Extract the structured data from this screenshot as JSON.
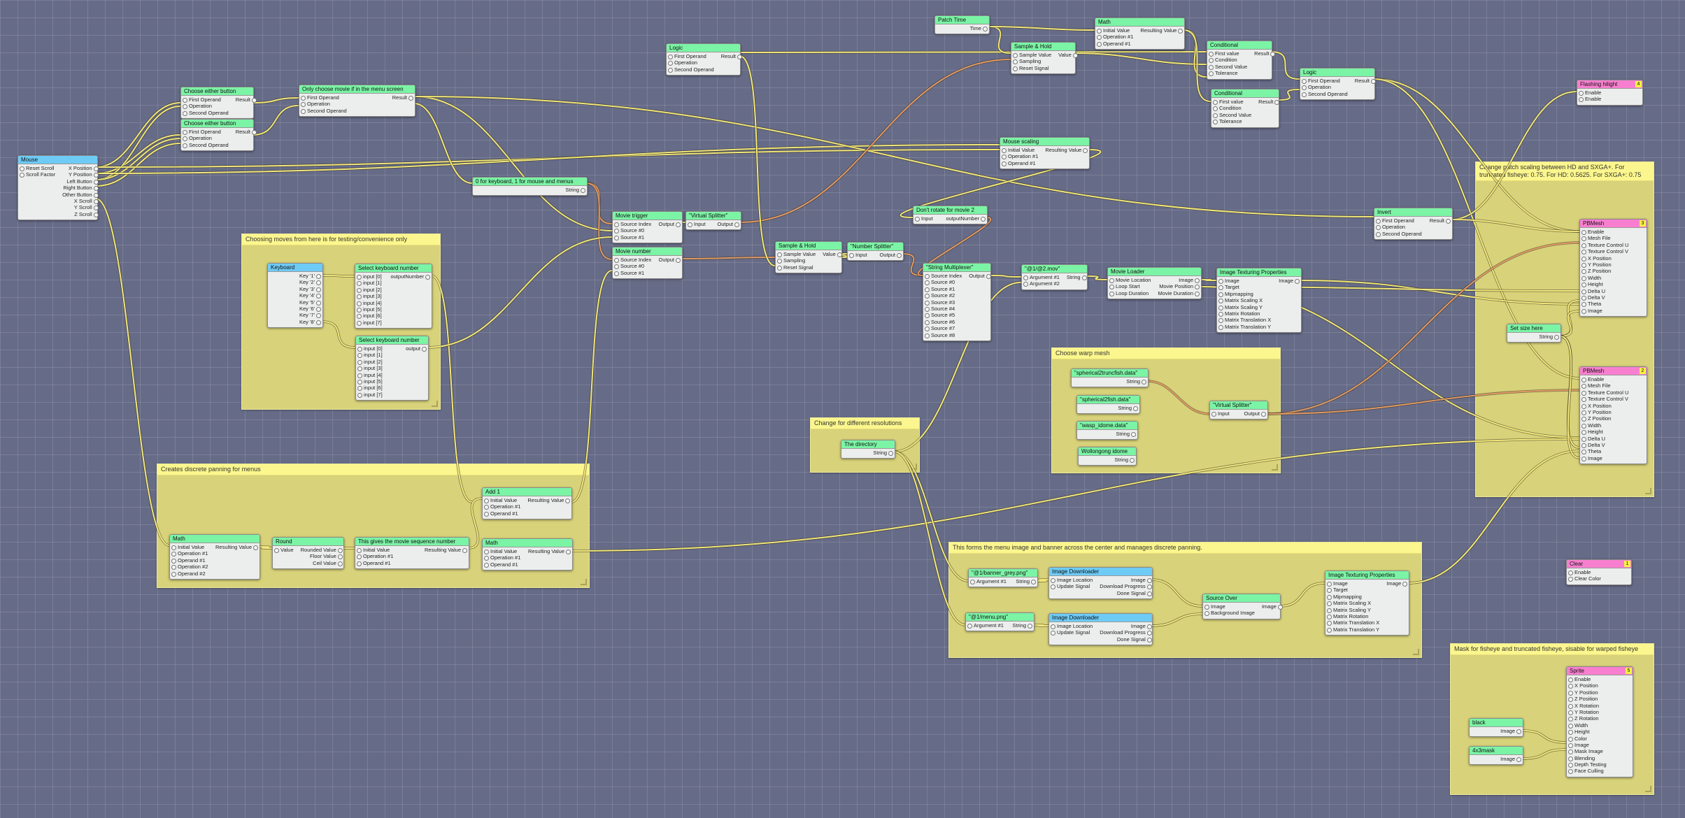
{
  "notes": {
    "n1": "Choosing moves from here is for testing/convenience only",
    "n2": "Creates discrete panning for menus",
    "n3": "Change for different resolutions",
    "n4": "Choose warp mesh",
    "n5": "This forms the menu image and banner across the center and manages discrete panning.",
    "n6": "Change patch scaling between HD and SXGA+. For truncated fisheye: 0.75. For HD: 0.5625. For SXGA+: 0.75",
    "n7": "Mask for fisheye and truncated fisheye, sisable for warped fisheye"
  },
  "nodes": {
    "mouse": {
      "title": "Mouse",
      "in": [
        "Reset Scroll",
        "Scroll Factor"
      ],
      "out": [
        "X Position",
        "Y Position",
        "Left Button",
        "Right Button",
        "Other Button",
        "X Scroll",
        "Y Scroll",
        "Z Scroll"
      ]
    },
    "either1": {
      "title": "Choose either button",
      "in": [
        "First Operand",
        "Operation",
        "Second Operand"
      ],
      "out": [
        "Result"
      ]
    },
    "either2": {
      "title": "Choose either button",
      "in": [
        "First Operand",
        "Operation",
        "Second Operand"
      ],
      "out": [
        "Result"
      ]
    },
    "onlymovie": {
      "title": "Only choose movie if in the menu screen",
      "in": [
        "First Operand",
        "Operation",
        "Second Operand"
      ],
      "out": [
        "Result"
      ]
    },
    "logic1": {
      "title": "Logic",
      "in": [
        "First Operand",
        "Operation",
        "Second Operand"
      ],
      "out": [
        "Result"
      ]
    },
    "patchtime": {
      "title": "Patch Time",
      "in": [],
      "out": [
        "Time"
      ]
    },
    "math1": {
      "title": "Math",
      "in": [
        "Initial Value",
        "Operation #1",
        "Operand #1"
      ],
      "out": [
        "Resulting Value"
      ]
    },
    "sh1": {
      "title": "Sample & Hold",
      "in": [
        "Sample Value",
        "Sampling",
        "Reset Signal"
      ],
      "out": [
        "Value"
      ]
    },
    "cond1": {
      "title": "Conditional",
      "in": [
        "First value",
        "Condition",
        "Second Value",
        "Tolerance"
      ],
      "out": [
        "Result"
      ]
    },
    "cond2": {
      "title": "Conditional",
      "in": [
        "First value",
        "Condition",
        "Second Value",
        "Tolerance"
      ],
      "out": [
        "Result"
      ]
    },
    "logic2": {
      "title": "Logic",
      "in": [
        "First Operand",
        "Operation",
        "Second Operand"
      ],
      "out": [
        "Result"
      ]
    },
    "flash": {
      "title": "Flashing hilight",
      "badge": "4",
      "in": [
        "Enable",
        "Enable"
      ],
      "out": []
    },
    "keysel": {
      "title": "0 for keyboard, 1 for mouse and menus",
      "in": [],
      "out": [
        "String"
      ]
    },
    "mousescale": {
      "title": "Mouse scaling",
      "in": [
        "Initial Value",
        "Operation #1",
        "Operand #1"
      ],
      "out": [
        "Resulting Value"
      ]
    },
    "movietrig": {
      "title": "Movie trigger",
      "in": [
        "Source Index",
        "Source #0",
        "Source #1"
      ],
      "out": [
        "Output"
      ]
    },
    "vsplit1": {
      "title": "\"Virtual Splitter\"",
      "in": [
        "Input"
      ],
      "out": [
        "Output"
      ]
    },
    "movienum": {
      "title": "Movie number",
      "in": [
        "Source Index",
        "Source #0",
        "Source #1"
      ],
      "out": [
        "Output"
      ]
    },
    "sh2": {
      "title": "Sample & Hold",
      "in": [
        "Sample Value",
        "Sampling",
        "Reset Signal"
      ],
      "out": [
        "Value"
      ]
    },
    "numsplit": {
      "title": "\"Number Splitter\"",
      "in": [
        "Input"
      ],
      "out": [
        "Output"
      ]
    },
    "dontrot": {
      "title": "Don't rotate for movie 2",
      "in": [
        "Input"
      ],
      "out": [
        "outputNumber"
      ]
    },
    "strmux": {
      "title": "\"String Multiplexer\"",
      "in": [
        "Source Index",
        "Source #0",
        "Source #1",
        "Source #2",
        "Source #3",
        "Source #4",
        "Source #5",
        "Source #6",
        "Source #7",
        "Source #8"
      ],
      "out": [
        "Output"
      ]
    },
    "fmtmov": {
      "title": "\"@1/@2.mov\"",
      "in": [
        "Argument #1",
        "Argument #2"
      ],
      "out": [
        "String"
      ]
    },
    "movload": {
      "title": "Movie Loader",
      "in": [
        "Movie Location",
        "Loop Start",
        "Loop Duration"
      ],
      "out": [
        "Image",
        "Movie Position",
        "Movie Duration"
      ]
    },
    "itp1": {
      "title": "Image Texturing Properties",
      "in": [
        "Image",
        "Target",
        "Mipmapping",
        "Matrix Scaling X",
        "Matrix Scaling Y",
        "Matrix Rotation",
        "Matrix Translation X",
        "Matrix Translation Y"
      ],
      "out": [
        "Image"
      ]
    },
    "invert": {
      "title": "Invert",
      "in": [
        "First Operand",
        "Operation",
        "Second Operand"
      ],
      "out": [
        "Result"
      ]
    },
    "pbmesh3": {
      "title": "PBMesh",
      "badge": "3",
      "in": [
        "Enable",
        "Mesh File",
        "Texture Control U",
        "Texture Control V",
        "X Position",
        "Y Position",
        "Z Position",
        "Width",
        "Height",
        "Delta U",
        "Delta V",
        "Theta",
        "Image"
      ],
      "out": []
    },
    "setsize": {
      "title": "Set size here",
      "in": [],
      "out": [
        "String"
      ]
    },
    "pbmesh2": {
      "title": "PBMesh",
      "badge": "2",
      "in": [
        "Enable",
        "Mesh File",
        "Texture Control U",
        "Texture Control V",
        "X Position",
        "Y Position",
        "Z Position",
        "Width",
        "Height",
        "Delta U",
        "Delta V",
        "Theta",
        "Image"
      ],
      "out": []
    },
    "keyboard": {
      "title": "Keyboard",
      "in": [],
      "out": [
        "Key '1'",
        "Key '2'",
        "Key '3'",
        "Key '4'",
        "Key '5'",
        "Key '6'",
        "Key '7'",
        "Key '8'"
      ]
    },
    "selkbn1": {
      "title": "Select keyboard number",
      "in": [
        "input [0]",
        "input [1]",
        "input [2]",
        "input [3]",
        "input [4]",
        "input [5]",
        "input [6]",
        "input [7]"
      ],
      "out": [
        "outputNumber"
      ]
    },
    "selkbn2": {
      "title": "Select keyboard number",
      "in": [
        "input [0]",
        "input [1]",
        "input [2]",
        "input [3]",
        "input [4]",
        "input [5]",
        "input [6]",
        "input [7]"
      ],
      "out": [
        "output"
      ]
    },
    "sph1": {
      "title": "\"spherical2truncfish.data\"",
      "in": [],
      "out": [
        "String"
      ]
    },
    "sph2": {
      "title": "\"spherical2fish.data\"",
      "in": [],
      "out": [
        "String"
      ]
    },
    "wasp": {
      "title": "\"wasp_idome.data\"",
      "in": [],
      "out": [
        "String"
      ]
    },
    "wollongong": {
      "title": "Wollongong idome",
      "in": [],
      "out": [
        "String"
      ]
    },
    "vsplit2": {
      "title": "\"Virtual Splitter\"",
      "in": [
        "Input"
      ],
      "out": [
        "Output"
      ]
    },
    "thedir": {
      "title": "The directory",
      "in": [],
      "out": [
        "String"
      ]
    },
    "math2": {
      "title": "Math",
      "in": [
        "Initial Value",
        "Operation #1",
        "Operand #1",
        "Operation #2",
        "Operand #2"
      ],
      "out": [
        "Resulting Value"
      ]
    },
    "round": {
      "title": "Round",
      "in": [
        "Value"
      ],
      "out": [
        "Rounded Value",
        "Floor Value",
        "Ceil Value"
      ]
    },
    "seqnum": {
      "title": "This gives the movie sequence number",
      "in": [
        "Initial Value",
        "Operation #1",
        "Operand #1"
      ],
      "out": [
        "Resulting Value"
      ]
    },
    "add1": {
      "title": "Add 1",
      "in": [
        "Initial Value",
        "Operation #1",
        "Operand #1"
      ],
      "out": [
        "Resulting Value"
      ]
    },
    "math3": {
      "title": "Math",
      "in": [
        "Initial Value",
        "Operation #1",
        "Operand #1"
      ],
      "out": [
        "Resulting Value"
      ]
    },
    "banner": {
      "title": "\"@1/banner_grey.png\"",
      "in": [
        "Argument #1"
      ],
      "out": [
        "String"
      ]
    },
    "menupng": {
      "title": "\"@1/menu.png\"",
      "in": [
        "Argument #1"
      ],
      "out": [
        "String"
      ]
    },
    "imgdl1": {
      "title": "Image Downloader",
      "in": [
        "Image Location",
        "Update Signal"
      ],
      "out": [
        "Image",
        "Download Progress",
        "Done Signal"
      ]
    },
    "imgdl2": {
      "title": "Image Downloader",
      "in": [
        "Image Location",
        "Update Signal"
      ],
      "out": [
        "Image",
        "Download Progress",
        "Done Signal"
      ]
    },
    "srcover": {
      "title": "Source Over",
      "in": [
        "Image",
        "Background Image"
      ],
      "out": [
        "Image"
      ]
    },
    "itp2": {
      "title": "Image Texturing Properties",
      "in": [
        "Image",
        "Target",
        "Mipmapping",
        "Matrix Scaling X",
        "Matrix Scaling Y",
        "Matrix Rotation",
        "Matrix Translation X",
        "Matrix Translation Y"
      ],
      "out": [
        "Image"
      ]
    },
    "clear": {
      "title": "Clear",
      "badge": "1",
      "in": [
        "Enable",
        "Clear Color"
      ],
      "out": []
    },
    "black": {
      "title": "black",
      "in": [],
      "out": [
        "Image"
      ]
    },
    "mask": {
      "title": "4x3mask",
      "in": [],
      "out": [
        "Image"
      ]
    },
    "sprite": {
      "title": "Sprite",
      "badge": "5",
      "in": [
        "Enable",
        "X Position",
        "Y Position",
        "Z Position",
        "X Rotation",
        "Y Rotation",
        "Z Rotation",
        "Width",
        "Height",
        "Color",
        "Image",
        "Mask Image",
        "Blending",
        "Depth Testing",
        "Face Culling"
      ],
      "out": []
    }
  },
  "colors": {
    "canvas": "#666b87",
    "wire_yellow": "#f3e77a",
    "wire_orange": "#e29a64",
    "note": "#d8d27a",
    "note_title": "#fbf68d",
    "header_green": "#7bf4a5",
    "header_blue": "#6ecbf6",
    "header_pink": "#f87fcf"
  }
}
